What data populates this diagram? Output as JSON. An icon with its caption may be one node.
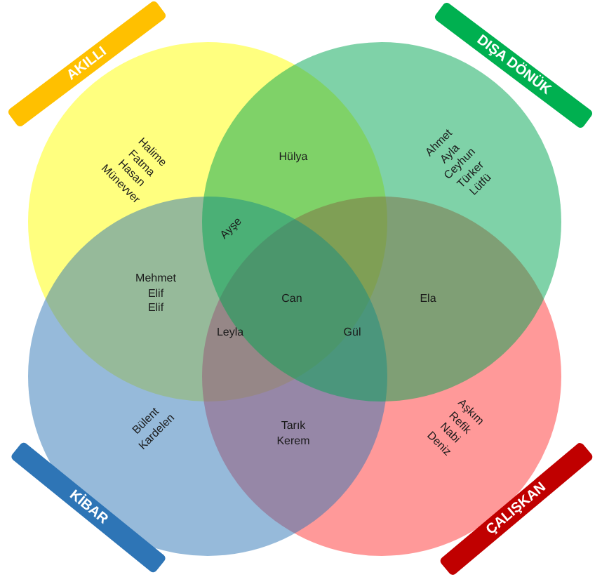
{
  "diagram": {
    "nodes": [
      {
        "text": [
          "AKILLI"
        ]
      },
      {
        "text": [
          "DIŞA DÖNÜK"
        ]
      },
      {
        "text": [
          "Halime Fatma Hasan Münevver"
        ]
      },
      {
        "text": [
          "Ahmet Ayla Ceyhun Türker Lütfü"
        ]
      },
      {
        "text": [
          "Bülent Kardelen"
        ]
      },
      {
        "text": [
          "Aşkım Refik Nabi Deniz"
        ]
      },
      {
        "text": [
          "KİBAR"
        ]
      },
      {
        "text": [
          "ÇALIŞKAN"
        ]
      }
    ],
    "labels": [
      "Hülya",
      "Ayşe",
      "Mehmet Elif Elif",
      "Can",
      "Ela",
      "Leyla",
      "Gül",
      "Tarık Kerem"
    ]
  }
}
